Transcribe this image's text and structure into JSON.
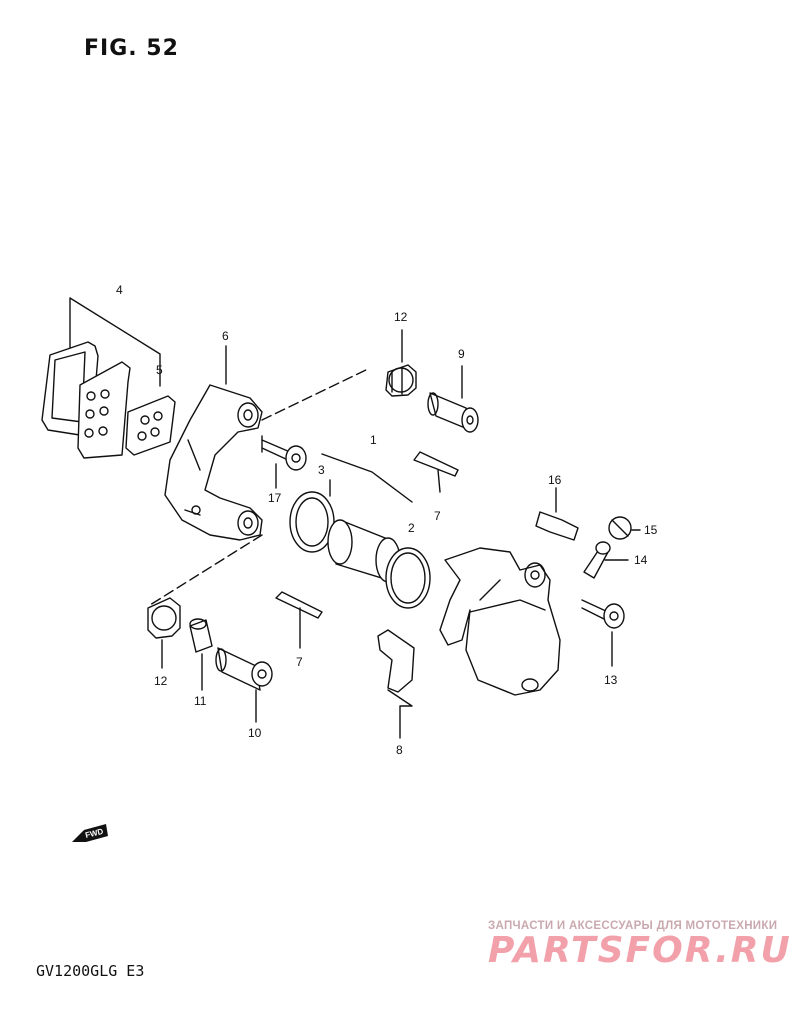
{
  "figure": {
    "title": "FIG. 52",
    "model": "GV1200GLG  E3"
  },
  "parts": [
    {
      "no": "1"
    },
    {
      "no": "2"
    },
    {
      "no": "3"
    },
    {
      "no": "4"
    },
    {
      "no": "5"
    },
    {
      "no": "6"
    },
    {
      "no": "7"
    },
    {
      "no": "7"
    },
    {
      "no": "8"
    },
    {
      "no": "9"
    },
    {
      "no": "10"
    },
    {
      "no": "11"
    },
    {
      "no": "12"
    },
    {
      "no": "12"
    },
    {
      "no": "13"
    },
    {
      "no": "14"
    },
    {
      "no": "15"
    },
    {
      "no": "16"
    },
    {
      "no": "17"
    }
  ],
  "fwd_label": "FWD",
  "watermark": {
    "line1": "ЗАПЧАСТИ И АКСЕССУАРЫ ДЛЯ МОТОТЕХНИКИ",
    "line2": "PARTSFOR.RU"
  }
}
